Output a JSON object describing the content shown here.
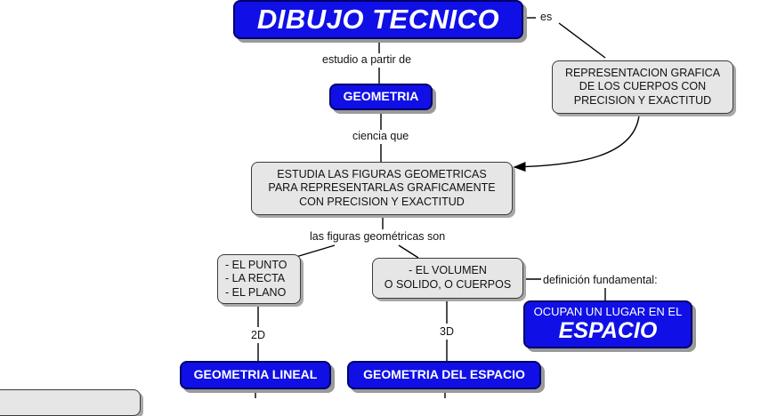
{
  "nodes": {
    "title": "DIBUJO TECNICO",
    "representacion": [
      "REPRESENTACION GRAFICA",
      "DE LOS CUERPOS CON",
      "PRECISION Y EXACTITUD"
    ],
    "geometria": "GEOMETRIA",
    "estudia": [
      "ESTUDIA LAS FIGURAS GEOMETRICAS",
      "PARA REPRESENTARLAS GRAFICAMENTE",
      "CON PRECISION Y EXACTITUD"
    ],
    "elementos": [
      "- EL PUNTO",
      "- LA RECTA",
      "- EL PLANO"
    ],
    "volumen": [
      "- EL VOLUMEN",
      "O SOLIDO, O CUERPOS"
    ],
    "ocupan_line1": "OCUPAN UN LUGAR EN EL",
    "ocupan_line2": "ESPACIO",
    "geometria_lineal": "GEOMETRIA LINEAL",
    "geometria_espacio": "GEOMETRIA DEL ESPACIO"
  },
  "links": {
    "es": "es",
    "estudio": "estudio a partir de",
    "ciencia": "ciencia que",
    "figuras": "las figuras geométricas son",
    "definicion": "definición fundamental:",
    "d2": "2D",
    "d3": "3D"
  },
  "colors": {
    "blue_fill": "#1010e6",
    "grey_fill": "#e6e6e6"
  }
}
